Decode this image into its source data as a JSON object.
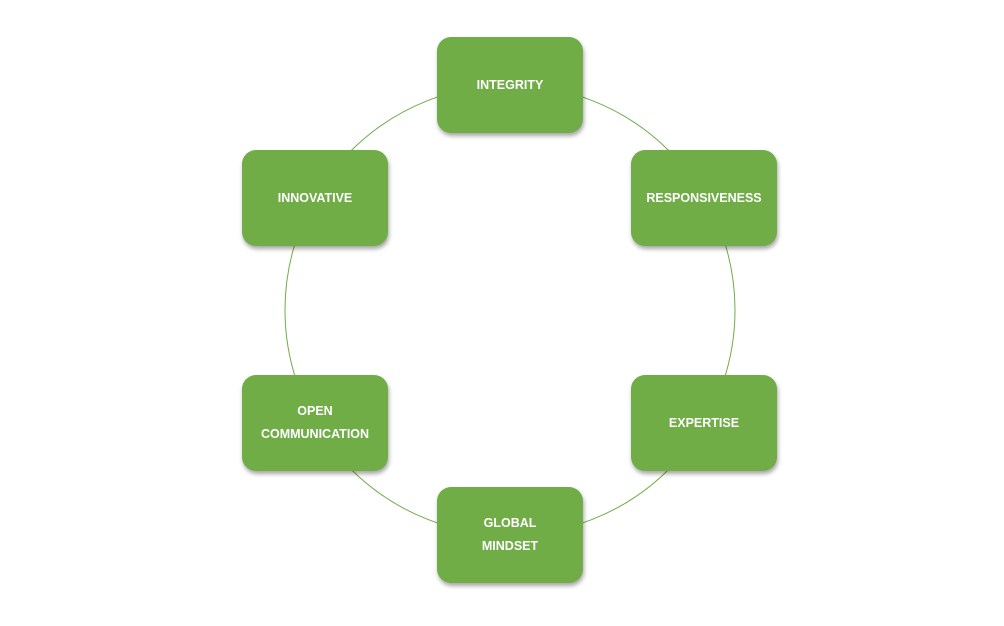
{
  "diagram": {
    "type": "cycle",
    "colors": {
      "node_fill": "#70ad47",
      "ring_stroke": "#70ad47",
      "text": "#ffffff"
    },
    "nodes": [
      {
        "label": "INTEGRITY"
      },
      {
        "label": "RESPONSIVENESS"
      },
      {
        "label": "EXPERTISE"
      },
      {
        "label": "GLOBAL\nMINDSET"
      },
      {
        "label": "OPEN\nCOMMUNICATION"
      },
      {
        "label": "INNOVATIVE"
      }
    ]
  }
}
